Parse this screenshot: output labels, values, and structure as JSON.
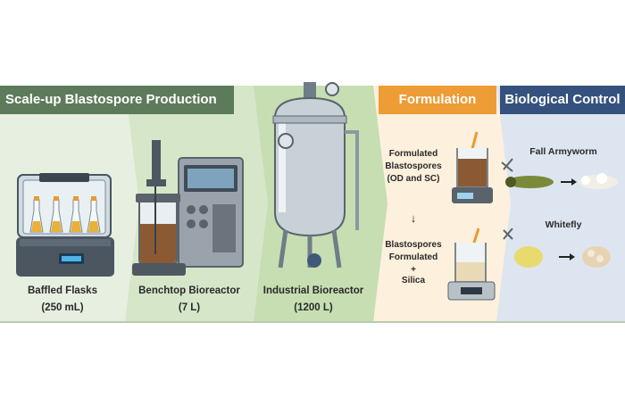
{
  "headers": {
    "scale_up": "Scale-up Blastospore Production",
    "formulation": "Formulation",
    "biocontrol": "Biological Control"
  },
  "stages": {
    "flasks": {
      "name": "Baffled Flasks",
      "volume": "(250 mL)"
    },
    "benchtop": {
      "name": "Benchtop Bioreactor",
      "volume": "(7 L)"
    },
    "industrial": {
      "name": "Industrial Bioreactor",
      "volume": "(1200 L)"
    }
  },
  "formulation": {
    "line1": "Formulated",
    "line2": "Blastospores",
    "line3": "(OD and SC)",
    "arrow": "↓",
    "line4": "Blastospores",
    "line5": "Formulated",
    "line6": "+",
    "line7": "Silica"
  },
  "targets": {
    "pest1": "Fall Armyworm",
    "pest2": "Whitefly"
  },
  "colors": {
    "scale_up_header": "#5d7b5a",
    "formulation_header": "#ee9c35",
    "biocontrol_header": "#35527f"
  }
}
